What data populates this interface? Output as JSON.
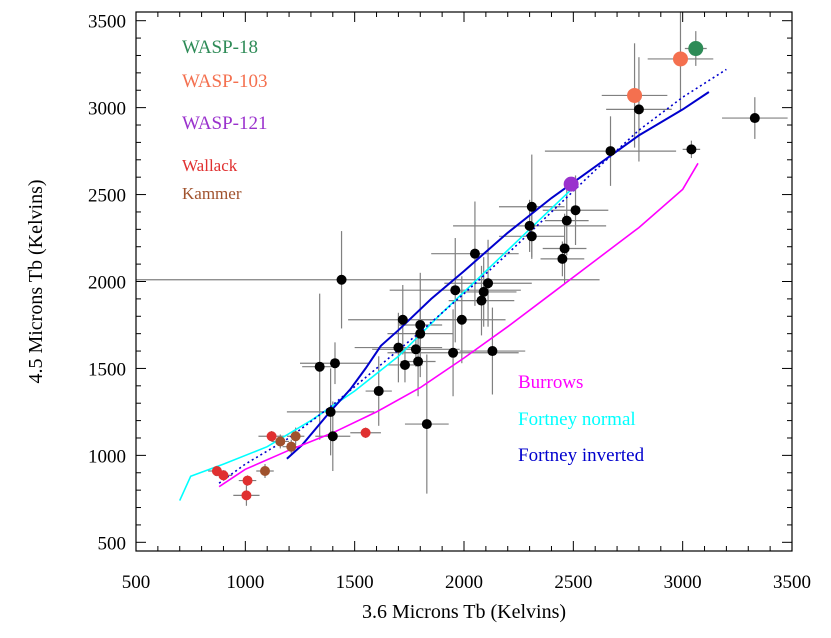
{
  "chart_data": {
    "type": "scatter",
    "xlabel": "3.6 Microns Tb (Kelvins)",
    "ylabel": "4.5 Microns Tb (Kelvins)",
    "xlim": [
      500,
      3500
    ],
    "ylim": [
      450,
      3550
    ],
    "x_ticks": [
      "500",
      "1000",
      "1500",
      "2000",
      "2500",
      "3000",
      "3500"
    ],
    "y_ticks": [
      "500",
      "1000",
      "1500",
      "2000",
      "2500",
      "3000",
      "3500"
    ],
    "grid": false,
    "colors": {
      "wasp18": "#2e8b57",
      "wasp103": "#f4704f",
      "wasp121": "#9a32cd",
      "wallack": "#e03030",
      "kammer": "#a0522d",
      "burrows": "#ff00ff",
      "fortney_normal": "#00ffff",
      "fortney_inverted": "#0000cd",
      "points": "#000000",
      "errorbars": "#808080"
    },
    "legend_top": [
      {
        "label": "WASP-18",
        "color": "#2e8b57"
      },
      {
        "label": "WASP-103",
        "color": "#f4704f"
      },
      {
        "label": "WASP-121",
        "color": "#9a32cd"
      },
      {
        "label": "Wallack",
        "color": "#e03030"
      },
      {
        "label": "Kammer",
        "color": "#a0522d"
      }
    ],
    "legend_models": [
      {
        "label": "Burrows",
        "color": "#ff00ff"
      },
      {
        "label": "Fortney normal",
        "color": "#00ffff"
      },
      {
        "label": "Fortney inverted",
        "color": "#0000cd"
      }
    ],
    "series": [
      {
        "key": "black",
        "color": "#000000",
        "points": [
          {
            "x": 1440,
            "y": 2010,
            "xerr": 1180,
            "yerr": 280
          },
          {
            "x": 1340,
            "y": 1510,
            "xerr": 80,
            "yerr": 420
          },
          {
            "x": 1410,
            "y": 1530,
            "xerr": 160,
            "yerr": 120
          },
          {
            "x": 1390,
            "y": 1250,
            "xerr": 200,
            "yerr": 250
          },
          {
            "x": 1400,
            "y": 1110,
            "xerr": 80,
            "yerr": 200
          },
          {
            "x": 1610,
            "y": 1370,
            "xerr": 60,
            "yerr": 200
          },
          {
            "x": 1720,
            "y": 1780,
            "xerr": 250,
            "yerr": 200
          },
          {
            "x": 1700,
            "y": 1620,
            "xerr": 200,
            "yerr": 200
          },
          {
            "x": 1730,
            "y": 1520,
            "xerr": 80,
            "yerr": 100
          },
          {
            "x": 1780,
            "y": 1610,
            "xerr": 200,
            "yerr": 100
          },
          {
            "x": 1800,
            "y": 1750,
            "xerr": 100,
            "yerr": 300
          },
          {
            "x": 1800,
            "y": 1700,
            "xerr": 150,
            "yerr": 150
          },
          {
            "x": 1790,
            "y": 1540,
            "xerr": 80,
            "yerr": 200
          },
          {
            "x": 1830,
            "y": 1180,
            "xerr": 100,
            "yerr": 400
          },
          {
            "x": 1960,
            "y": 1950,
            "xerr": 300,
            "yerr": 300
          },
          {
            "x": 1990,
            "y": 1780,
            "xerr": 200,
            "yerr": 250
          },
          {
            "x": 1950,
            "y": 1590,
            "xerr": 300,
            "yerr": 250
          },
          {
            "x": 2050,
            "y": 2160,
            "xerr": 200,
            "yerr": 300
          },
          {
            "x": 2080,
            "y": 1890,
            "xerr": 150,
            "yerr": 200
          },
          {
            "x": 2090,
            "y": 1940,
            "xerr": 150,
            "yerr": 200
          },
          {
            "x": 2110,
            "y": 1990,
            "xerr": 200,
            "yerr": 250
          },
          {
            "x": 2130,
            "y": 1600,
            "xerr": 150,
            "yerr": 250
          },
          {
            "x": 2300,
            "y": 2320,
            "xerr": 350,
            "yerr": 150
          },
          {
            "x": 2310,
            "y": 2430,
            "xerr": 150,
            "yerr": 300
          },
          {
            "x": 2310,
            "y": 2260,
            "xerr": 150,
            "yerr": 120
          },
          {
            "x": 2450,
            "y": 2130,
            "xerr": 100,
            "yerr": 100
          },
          {
            "x": 2460,
            "y": 2190,
            "xerr": 100,
            "yerr": 200
          },
          {
            "x": 2470,
            "y": 2350,
            "xerr": 100,
            "yerr": 200
          },
          {
            "x": 2510,
            "y": 2410,
            "xerr": 150,
            "yerr": 200
          },
          {
            "x": 2670,
            "y": 2750,
            "xerr": 300,
            "yerr": 200
          },
          {
            "x": 2800,
            "y": 2990,
            "xerr": 150,
            "yerr": 300
          },
          {
            "x": 3040,
            "y": 2760,
            "xerr": 40,
            "yerr": 50
          },
          {
            "x": 3330,
            "y": 2940,
            "xerr": 150,
            "yerr": 120
          }
        ]
      },
      {
        "key": "wallack",
        "color": "#e03030",
        "points": [
          {
            "x": 870,
            "y": 910,
            "xerr": 40,
            "yerr": 30
          },
          {
            "x": 900,
            "y": 885,
            "xerr": 40,
            "yerr": 30
          },
          {
            "x": 1010,
            "y": 855,
            "xerr": 40,
            "yerr": 30
          },
          {
            "x": 1005,
            "y": 770,
            "xerr": 60,
            "yerr": 60
          },
          {
            "x": 1120,
            "y": 1110,
            "xerr": 60,
            "yerr": 30
          },
          {
            "x": 1550,
            "y": 1130,
            "xerr": 70,
            "yerr": 30
          }
        ]
      },
      {
        "key": "kammer",
        "color": "#a0522d",
        "points": [
          {
            "x": 1090,
            "y": 910,
            "xerr": 40,
            "yerr": 40
          },
          {
            "x": 1160,
            "y": 1080,
            "xerr": 40,
            "yerr": 40
          },
          {
            "x": 1210,
            "y": 1050,
            "xerr": 40,
            "yerr": 40
          },
          {
            "x": 1230,
            "y": 1110,
            "xerr": 40,
            "yerr": 50
          }
        ]
      },
      {
        "key": "wasp121",
        "color": "#9a32cd",
        "points": [
          {
            "x": 2490,
            "y": 2560,
            "xerr": 0,
            "yerr": 0
          }
        ]
      },
      {
        "key": "wasp103",
        "color": "#f4704f",
        "points": [
          {
            "x": 2780,
            "y": 3070,
            "xerr": 150,
            "yerr": 300
          },
          {
            "x": 2990,
            "y": 3280,
            "xerr": 150,
            "yerr": 300
          }
        ]
      },
      {
        "key": "wasp18",
        "color": "#2e8b57",
        "points": [
          {
            "x": 3060,
            "y": 3340,
            "xerr": 50,
            "yerr": 100
          }
        ]
      }
    ],
    "lines": [
      {
        "key": "fortney_normal",
        "color": "#00ffff",
        "dashed": false,
        "x": [
          700,
          750,
          900,
          1100,
          1300,
          1500,
          1700,
          1900,
          2100,
          2300,
          2500
        ],
        "y": [
          740,
          880,
          950,
          1050,
          1200,
          1370,
          1570,
          1820,
          2060,
          2300,
          2540
        ]
      },
      {
        "key": "fortney_inverted",
        "color": "#0000cd",
        "dashed": false,
        "x": [
          1190,
          1260,
          1380,
          1480,
          1550,
          1620,
          1700,
          1850,
          2000,
          2200,
          2400,
          2600,
          2800,
          3000,
          3120
        ],
        "y": [
          980,
          1060,
          1240,
          1380,
          1500,
          1630,
          1720,
          1900,
          2060,
          2280,
          2480,
          2660,
          2840,
          2990,
          3090
        ]
      },
      {
        "key": "fortney_inverted_dotted",
        "color": "#0000cd",
        "dashed": true,
        "x": [
          880,
          1000,
          1200,
          1400,
          1600,
          1800,
          2000,
          2200,
          2400,
          2600,
          2800,
          3000,
          3200
        ],
        "y": [
          840,
          950,
          1100,
          1290,
          1500,
          1710,
          1930,
          2160,
          2400,
          2640,
          2870,
          3060,
          3220
        ]
      },
      {
        "key": "burrows",
        "color": "#ff00ff",
        "dashed": false,
        "x": [
          880,
          1000,
          1200,
          1400,
          1600,
          1800,
          2000,
          2200,
          2400,
          2600,
          2800,
          3000,
          3070
        ],
        "y": [
          820,
          920,
          1030,
          1130,
          1250,
          1390,
          1560,
          1740,
          1930,
          2120,
          2310,
          2530,
          2680
        ]
      }
    ]
  }
}
